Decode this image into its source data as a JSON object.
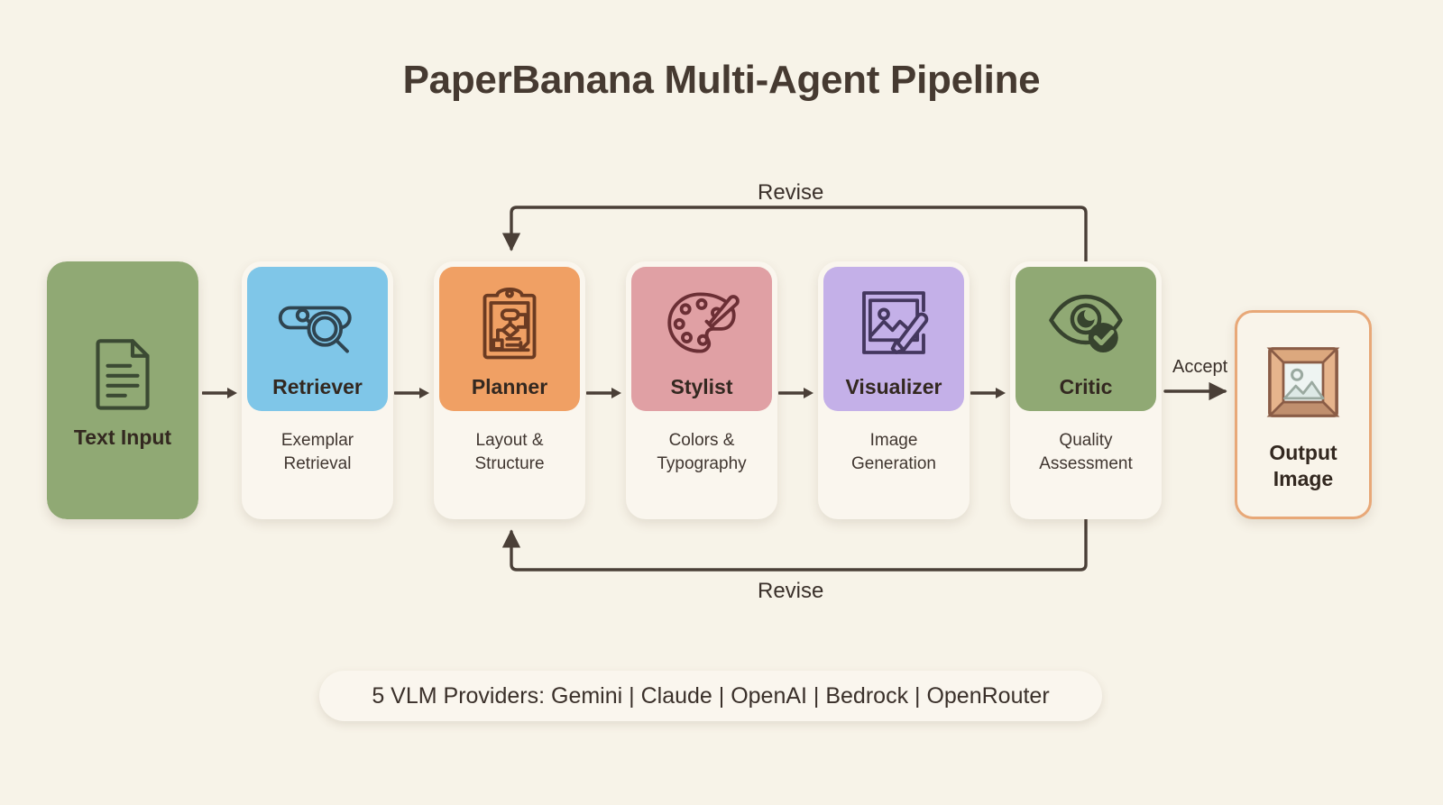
{
  "title": "PaperBanana Multi-Agent Pipeline",
  "colors": {
    "background": "#f7f3e8",
    "card_surface": "#faf6ee",
    "ink": "#3d332c",
    "green": "#90a974",
    "blue": "#7fc6e8",
    "orange": "#f0a064",
    "pink": "#e0a0a4",
    "purple": "#c4b0e8",
    "output_border": "#e8a878",
    "arrow": "#4a3f37"
  },
  "nodes": [
    {
      "id": "input",
      "title": "Text Input",
      "subtitle": "",
      "color": "#90a974",
      "icon": "document-icon"
    },
    {
      "id": "retriever",
      "title": "Retriever",
      "subtitle": "Exemplar\nRetrieval",
      "subtitle_line1": "Exemplar",
      "subtitle_line2": "Retrieval",
      "color": "#7fc6e8",
      "icon": "search-bar-magnifier-icon"
    },
    {
      "id": "planner",
      "title": "Planner",
      "subtitle": "Layout &\nStructure",
      "subtitle_line1": "Layout &",
      "subtitle_line2": "Structure",
      "color": "#f0a064",
      "icon": "clipboard-flowchart-icon"
    },
    {
      "id": "stylist",
      "title": "Stylist",
      "subtitle": "Colors &\nTypography",
      "subtitle_line1": "Colors &",
      "subtitle_line2": "Typography",
      "color": "#e0a0a4",
      "icon": "palette-brush-icon"
    },
    {
      "id": "visualizer",
      "title": "Visualizer",
      "subtitle": "Image\nGeneration",
      "subtitle_line1": "Image",
      "subtitle_line2": "Generation",
      "color": "#c4b0e8",
      "icon": "image-brush-icon"
    },
    {
      "id": "critic",
      "title": "Critic",
      "subtitle": "Quality\nAssessment",
      "subtitle_line1": "Quality",
      "subtitle_line2": "Assessment",
      "color": "#90a974",
      "icon": "eye-check-icon"
    }
  ],
  "output": {
    "title_line1": "Output",
    "title_line2": "Image",
    "icon": "picture-frame-icon"
  },
  "edges": {
    "accept_label": "Accept",
    "revise_top_label": "Revise",
    "revise_bottom_label": "Revise"
  },
  "footer": {
    "text": "5 VLM Providers: Gemini | Claude | OpenAI | Bedrock | OpenRouter"
  }
}
